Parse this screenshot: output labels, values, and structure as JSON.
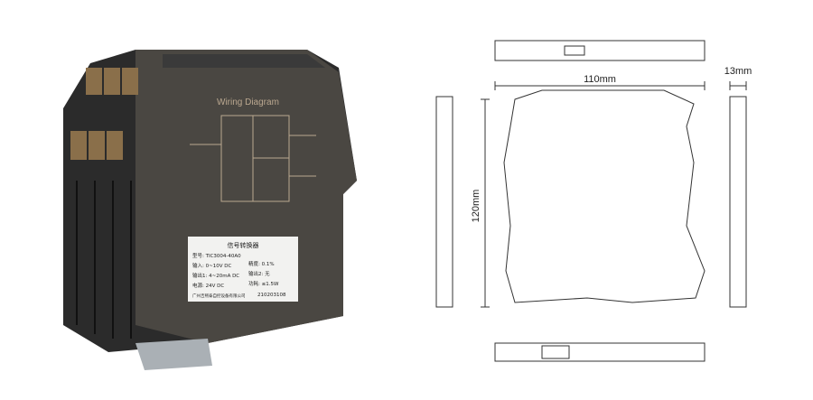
{
  "product": {
    "panel_title": "Wiring Diagram",
    "label": {
      "title": "信号转换器",
      "model": "型号: TIC3004-40A0",
      "input": "输入: 0~10V DC",
      "accuracy": "精度: 0.1%",
      "output1": "输出1: 4~20mA DC",
      "output2": "输出2: 无",
      "power": "电源: 24V DC",
      "consumption": "功耗: ≤1.5W",
      "company": "广州吉熙泰自控设备有限公司",
      "serial": "210203108"
    }
  },
  "drawing": {
    "width_label": "110mm",
    "height_label": "120mm",
    "depth_label": "13mm"
  }
}
